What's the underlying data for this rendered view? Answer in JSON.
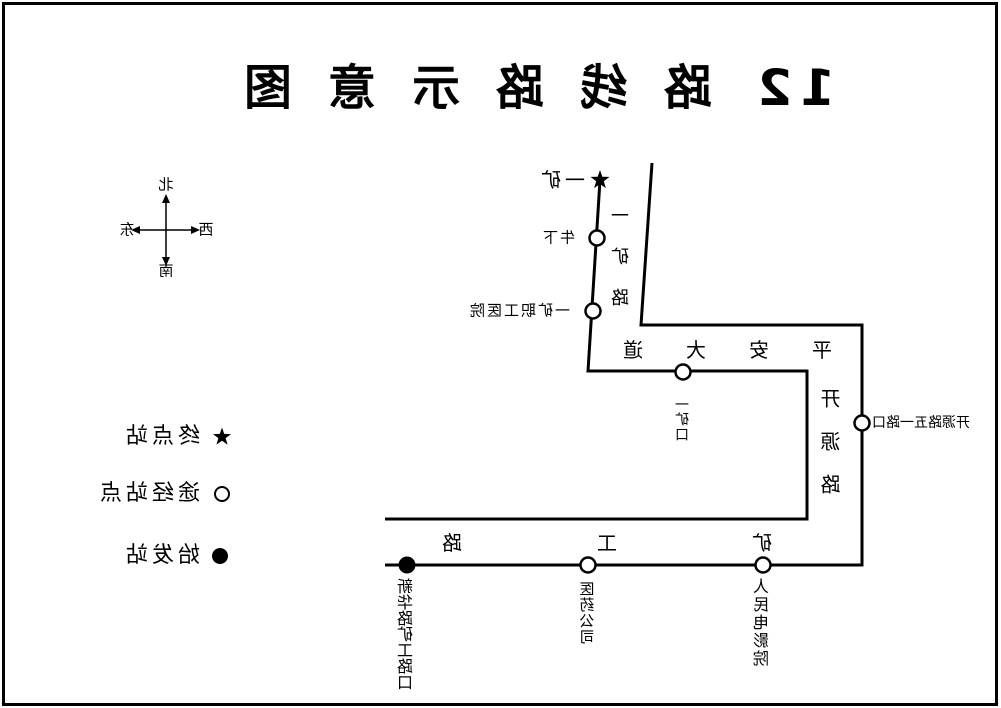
{
  "title": {
    "number": "12",
    "text": "路线路示意图"
  },
  "compass": {
    "north": "北",
    "south": "南",
    "east": "东",
    "west": "西",
    "icon": "compass-arrows-icon"
  },
  "legend": [
    {
      "label": "终点站",
      "icon": "star-icon"
    },
    {
      "label": "途经站点",
      "icon": "open-circle-icon"
    },
    {
      "label": "始发站",
      "icon": "filled-circle-icon"
    }
  ],
  "roads": {
    "yikuang_road": "一矿路",
    "pingan_avenue": "平安大道",
    "kaiyuan_road": "开源路",
    "kuanggong_road": "矿工路"
  },
  "stops": [
    {
      "name": "新华路矿工路口",
      "icon": "filled-circle-icon"
    },
    {
      "name": "医药公司",
      "icon": "open-circle-icon"
    },
    {
      "name": "人民电影院",
      "icon": "open-circle-icon"
    },
    {
      "name": "开源路五一路口",
      "icon": "open-circle-icon"
    },
    {
      "name": "一矿口",
      "icon": "open-circle-icon"
    },
    {
      "name": "一矿职工医院",
      "icon": "open-circle-icon"
    },
    {
      "name": "牛下",
      "icon": "open-circle-icon"
    },
    {
      "name": "一矿",
      "icon": "star-icon"
    }
  ],
  "colors": {
    "ink": "#000000",
    "background": "#ffffff"
  }
}
